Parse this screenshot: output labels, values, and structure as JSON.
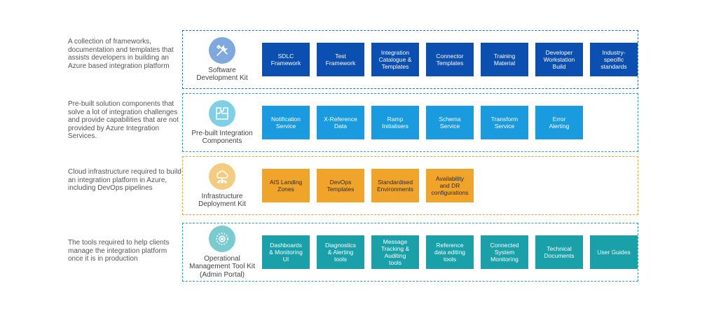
{
  "colors": {
    "sdk_box": "#0b4fb0",
    "prebuilt_box": "#1a9be0",
    "infra_box": "#f0a52a",
    "ops_box": "#1aa0a8"
  },
  "rows": [
    {
      "description": "A collection of frameworks, documentation  and  templates that assists developers in building an Azure based  integration platform",
      "kit_title": "Software\nDevelopment Kit",
      "icon": "tools-icon",
      "boxes": [
        "SDLC\nFramework",
        "Test\nFramework",
        "Integration\nCatalogue &\nTemplates",
        "Connector\nTemplates",
        "Training\nMaterial",
        "Developer\nWorkstation\nBuild",
        "Industry-\nspecific\nstandards"
      ]
    },
    {
      "description": "Pre-built  solution components that solve a lot of integration challenges and provide capabilities that are not provided by Azure Integration Services.",
      "kit_title": "Pre-built Integration\nComponents",
      "icon": "puzzle-icon",
      "boxes": [
        "Notification\nService",
        "X-Reference\nData",
        "Ramp\nInitialisers",
        "Schema\nService",
        "Transform\nService",
        "Error\nAlerting"
      ]
    },
    {
      "description": "Cloud infrastructure required to build an integration platform in Azure,  including DevOps pipelines",
      "kit_title": "Infrastructure\nDeployment Kit",
      "icon": "cloud-network-icon",
      "boxes": [
        "AIS Landing\nZones",
        "DevOps\nTemplates",
        "Standardised\nEnvironments",
        "Availability\nand DR\nconfigurations"
      ]
    },
    {
      "description": "The tools required to help clients manage the integration platform once it is in production",
      "kit_title": "Operational\nManagement Tool Kit\n(Admin Portal)",
      "icon": "gear-network-icon",
      "boxes": [
        "Dashboards\n& Monitoring\nUI",
        "Diagnostics\n& Alerting\ntools",
        "Message\nTracking &\nAuditing\ntools",
        "Reference\ndata editing\ntools",
        "Connected\nSystem\nMonitoring",
        "Technical\nDocuments",
        "User Guides"
      ]
    }
  ]
}
